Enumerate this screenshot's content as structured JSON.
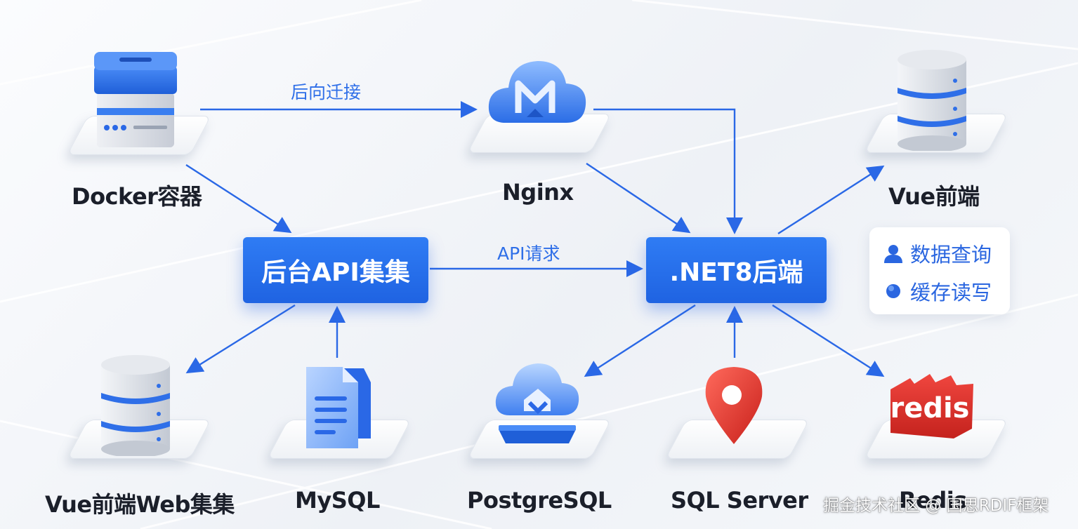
{
  "nodes": {
    "docker": "Docker容器",
    "nginx": "Nginx",
    "vue_frontend": "Vue前端",
    "vue_web": "Vue前端Web集集",
    "mysql": "MySQL",
    "postgres": "PostgreSQL",
    "sqlserver": "SQL Server",
    "redis": "Redis",
    "redis_logo": "redis"
  },
  "hubs": {
    "api_cluster": "后台API集集",
    "net8": ".NET8后端"
  },
  "edges": {
    "reverse_proxy": "后向迁接",
    "api_request": "API请求"
  },
  "legend": {
    "query": "数据查询",
    "cache": "缓存读写"
  },
  "colors": {
    "primary_blue": "#1f63e2",
    "accent_blue": "#2f6fe8",
    "redis_red": "#e0302b",
    "pin_red": "#e5322e"
  },
  "watermark": "掘金技术社区 @ 国思RDIF框架"
}
